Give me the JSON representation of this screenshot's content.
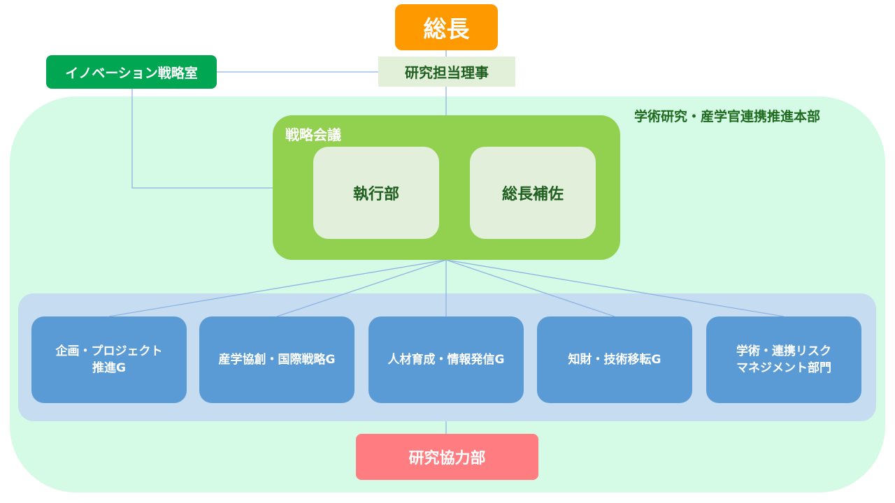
{
  "president": "総長",
  "director": "研究担当理事",
  "innovation_office": "イノベーション戦略室",
  "headquarters_label": "学術研究・産学官連携推進本部",
  "strategy_meeting": {
    "label": "戦略会議",
    "executive": "執行部",
    "assistant": "総長補佐"
  },
  "groups": [
    {
      "line1": "企画・プロジェクト",
      "line2": "推進G"
    },
    {
      "line1": "産学協創・国際戦略G",
      "line2": ""
    },
    {
      "line1": "人材育成・情報発信G",
      "line2": ""
    },
    {
      "line1": "知財・技術移転G",
      "line2": ""
    },
    {
      "line1": "学術・連携リスク",
      "line2": "マネジメント部門"
    }
  ],
  "cooperation_dept": "研究協力部",
  "colors": {
    "president": "#ff9900",
    "innovation": "#00a651",
    "meeting": "#92d050",
    "groups": "#5b9bd5",
    "cooperation": "#ff7c80",
    "headquarters": "#d5fbe7",
    "connector": "#8db4e2"
  }
}
